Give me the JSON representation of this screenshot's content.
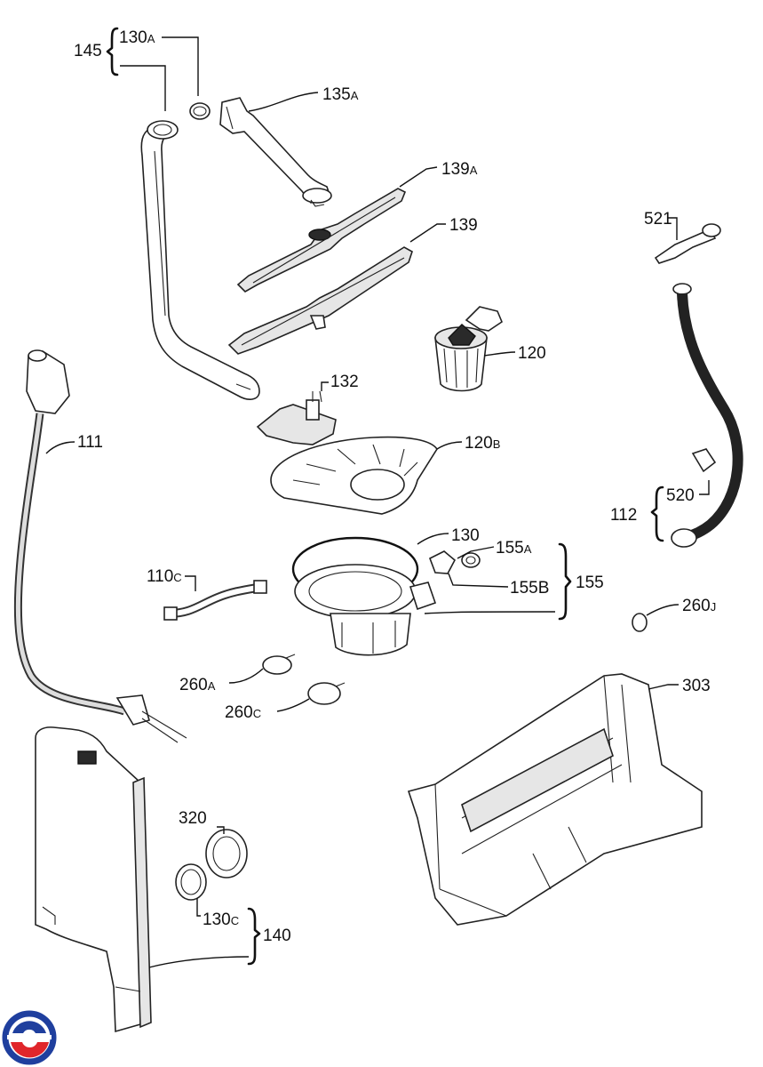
{
  "labels": {
    "l145": "145",
    "l130a": {
      "num": "130",
      "sfx": "A"
    },
    "l135a": {
      "num": "135",
      "sfx": "A"
    },
    "l139a": {
      "num": "139",
      "sfx": "A"
    },
    "l139": "139",
    "l521": "521",
    "l120": "120",
    "l132": "132",
    "l111": "111",
    "l120b": {
      "num": "120",
      "sfx": "B"
    },
    "l520": "520",
    "l112": "112",
    "l130": "130",
    "l155a": {
      "num": "155",
      "sfx": "A"
    },
    "l110c": {
      "num": "110",
      "sfx": "C"
    },
    "l155b": "155B",
    "l155": "155",
    "l260j": {
      "num": "260",
      "sfx": "J"
    },
    "l260a": {
      "num": "260",
      "sfx": "A"
    },
    "l303": "303",
    "l260c": {
      "num": "260",
      "sfx": "C"
    },
    "l320": "320",
    "l130c": {
      "num": "130",
      "sfx": "C"
    },
    "l140": "140"
  },
  "logo": {
    "colors": [
      "#1f3f9e",
      "#e0262b"
    ]
  }
}
